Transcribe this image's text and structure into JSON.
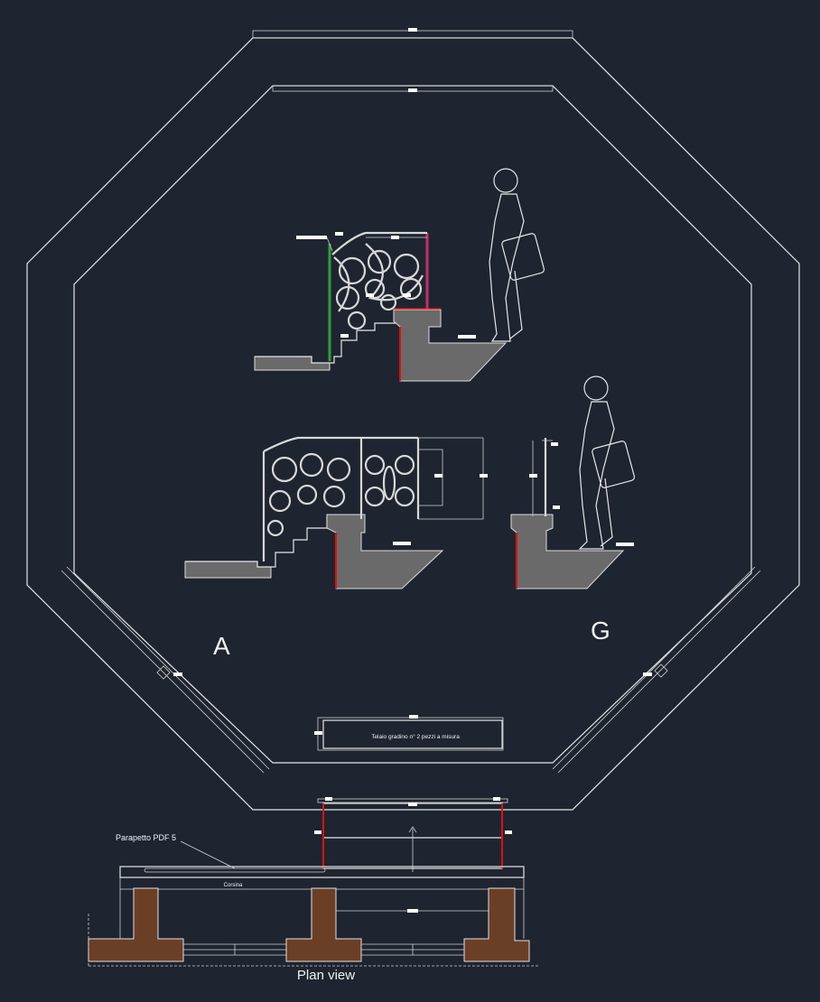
{
  "drawing": {
    "label_a": "A",
    "label_g": "G",
    "note_box": "Telaio gradino n° 2 pezzi a misura",
    "callout": "Parapetto PDF 5",
    "corsina_label": "Corsina",
    "plan_title": "Plan view"
  },
  "colors": {
    "background": "#1e2530",
    "line": "#e6e6e6",
    "green_post": "#2e9e3a",
    "magenta_post": "#c0306a",
    "red_edge": "#e01010",
    "foundation": "#6b3e26"
  }
}
